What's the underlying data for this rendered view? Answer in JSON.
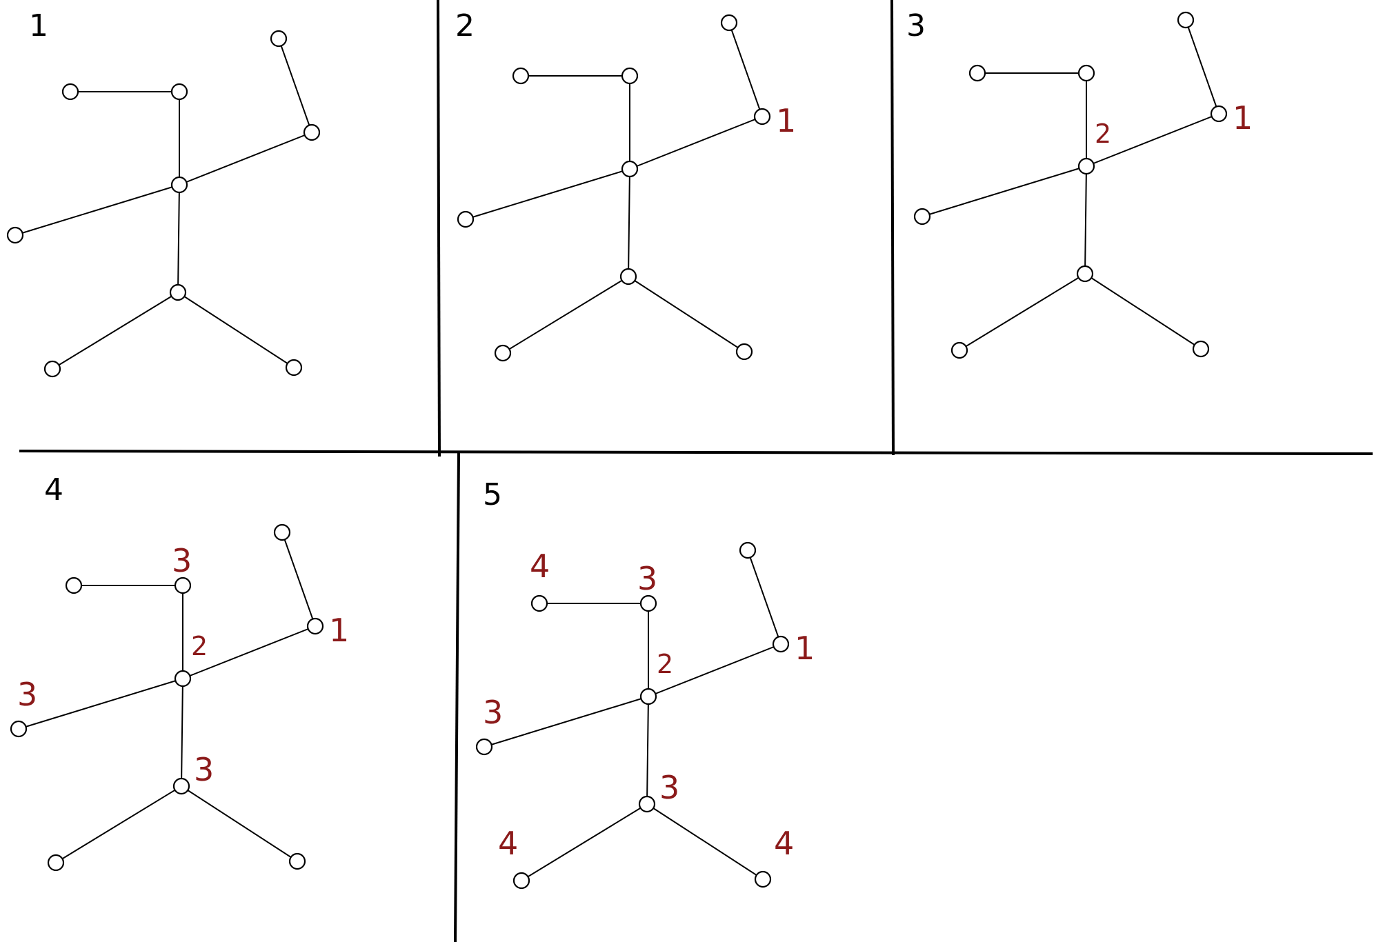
{
  "figure": {
    "panels": [
      {
        "step": "1",
        "marks": []
      },
      {
        "step": "2",
        "marks": [
          {
            "node": "j1",
            "text": "1"
          }
        ]
      },
      {
        "step": "3",
        "marks": [
          {
            "node": "j1",
            "text": "1"
          },
          {
            "node": "c",
            "text": "2"
          }
        ]
      },
      {
        "step": "4",
        "marks": [
          {
            "node": "j1",
            "text": "1"
          },
          {
            "node": "c",
            "text": "2"
          },
          {
            "node": "t",
            "text": "3"
          },
          {
            "node": "l",
            "text": "3"
          },
          {
            "node": "b",
            "text": "3"
          }
        ]
      },
      {
        "step": "5",
        "marks": [
          {
            "node": "j1",
            "text": "1"
          },
          {
            "node": "c",
            "text": "2"
          },
          {
            "node": "t",
            "text": "3"
          },
          {
            "node": "l",
            "text": "3"
          },
          {
            "node": "b",
            "text": "3"
          },
          {
            "node": "tl",
            "text": "4"
          },
          {
            "node": "bl",
            "text": "4"
          },
          {
            "node": "br",
            "text": "4"
          }
        ]
      }
    ],
    "colors": {
      "ink": "#000000",
      "marks": "#8b1a1a",
      "background": "#ffffff"
    }
  }
}
